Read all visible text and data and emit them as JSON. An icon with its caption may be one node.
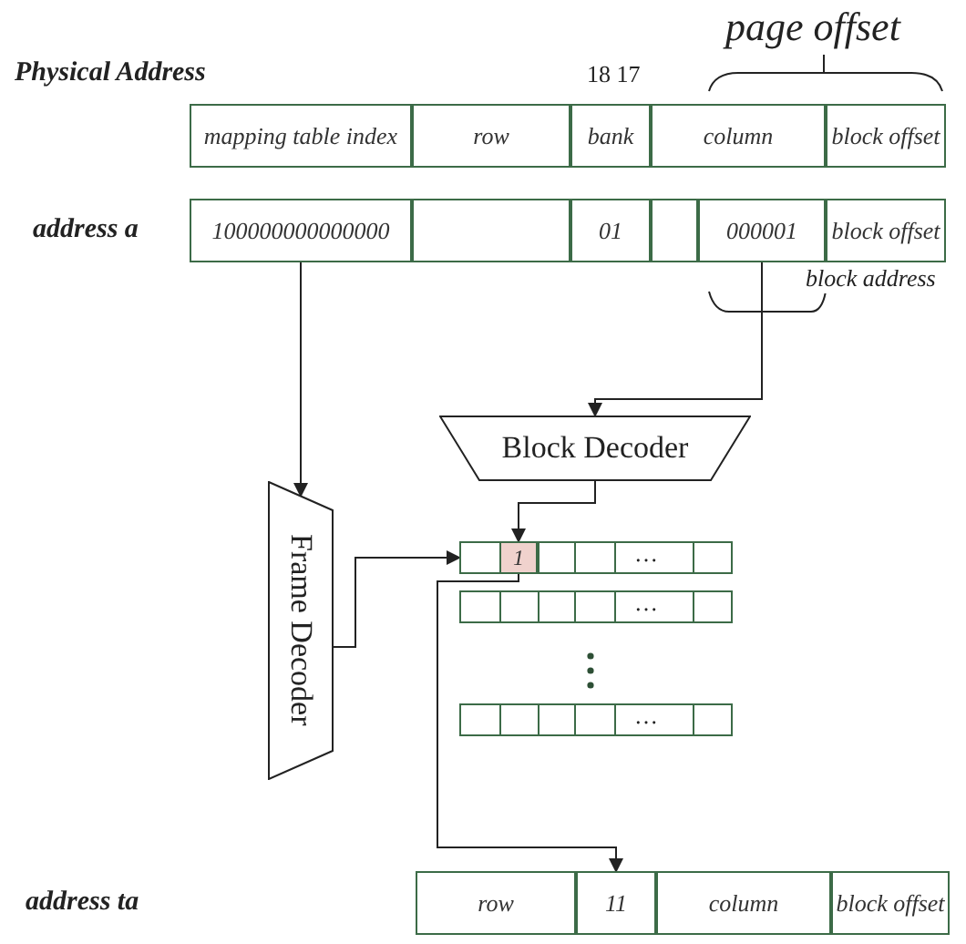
{
  "diagram": {
    "nodes": [
      {
        "text": [
          "mapping table index"
        ]
      },
      {
        "text": [
          "row"
        ]
      },
      {
        "text": [
          "bank"
        ]
      },
      {
        "text": [
          "column"
        ]
      },
      {
        "text": [
          "block offset"
        ]
      },
      {
        "text": [
          "100000000000000"
        ]
      },
      {
        "text": [],
        "shape": "box"
      },
      {
        "text": [
          "01"
        ]
      },
      {
        "text": [],
        "shape": "box"
      },
      {
        "text": [
          "000001"
        ]
      },
      {
        "text": [
          "block offset"
        ]
      },
      {
        "text": [
          "Block Decoder"
        ]
      },
      {
        "text": [
          "Frame Decoder"
        ]
      },
      {
        "text": [
          "…"
        ]
      },
      {
        "text": [
          "1"
        ],
        "in": 13
      },
      {
        "text": [
          "…"
        ]
      },
      {
        "text": [
          "…"
        ]
      },
      {
        "text": [
          "row"
        ]
      },
      {
        "text": [
          "11"
        ]
      },
      {
        "text": [
          "column"
        ]
      },
      {
        "text": [
          "block offset"
        ]
      }
    ],
    "edges": [
      {
        "from": 5,
        "to": 12,
        "arrow": "to"
      },
      {
        "from": 9,
        "to": 11,
        "arrow": "to",
        "label": "block address"
      },
      {
        "from": 12,
        "to": 13,
        "arrow": "to"
      },
      {
        "from": 11,
        "to": 14,
        "arrow": "to"
      },
      {
        "from": 14,
        "to": 18,
        "arrow": "to"
      }
    ],
    "labels": [
      "page offset",
      "Physical Address",
      "18 17",
      "address a",
      "address ta"
    ]
  }
}
